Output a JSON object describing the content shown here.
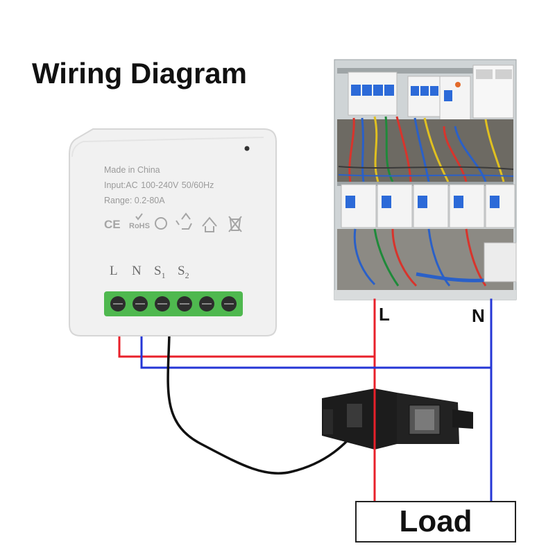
{
  "title": "Wiring Diagram",
  "device": {
    "made_in": "Made in China",
    "input": "Input:AC 100-240V  50/60Hz",
    "range": "Range: 0.2-80A",
    "cert_ce": "CE",
    "cert_rohs": "RoHS",
    "terminals": {
      "l": "L",
      "n": "N",
      "s": "S",
      "s1_sub": "1",
      "s2_sub": "2"
    }
  },
  "lines": {
    "live": "L",
    "neutral": "N"
  },
  "load": "Load",
  "colors": {
    "live_wire": "#e8202a",
    "neutral_wire": "#2436d6",
    "device_body": "#f1f1f1",
    "terminal_block": "#4fb84f"
  }
}
